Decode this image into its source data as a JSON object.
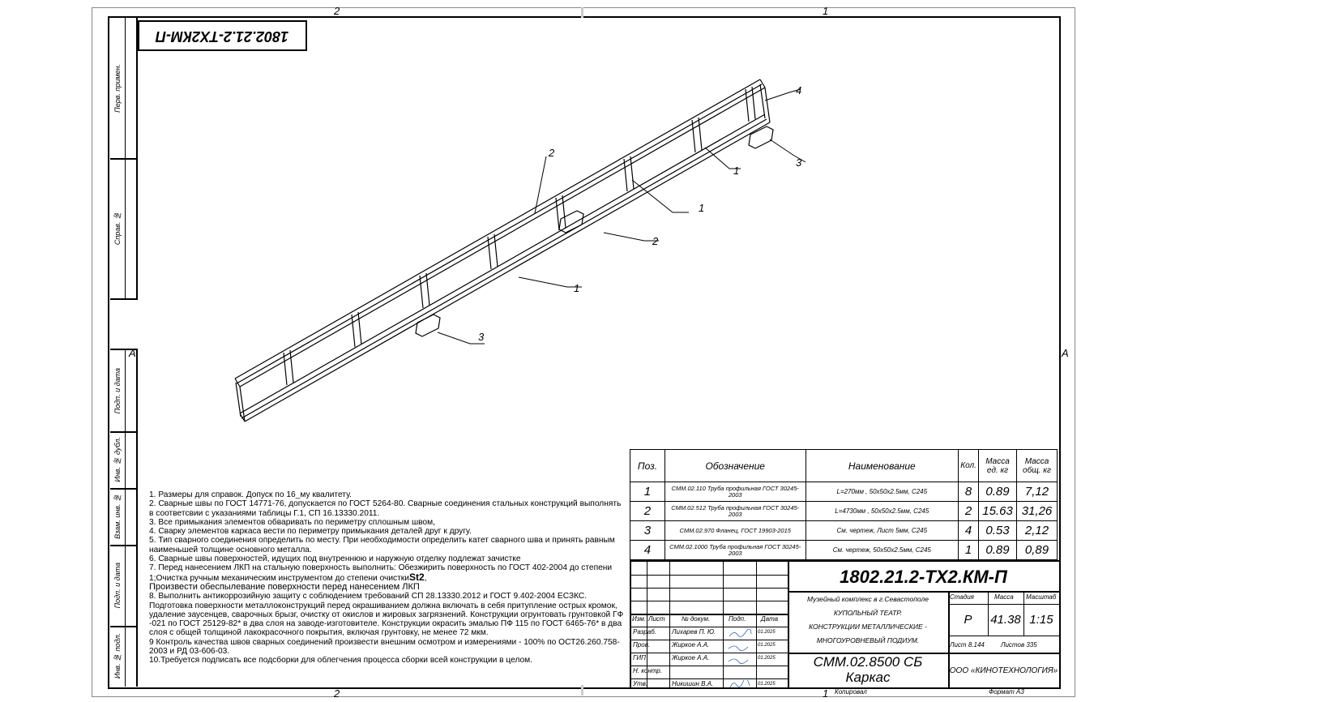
{
  "stamp_rotated": "1802.21.2-ТХ2КМ-П",
  "zone_labels": {
    "top_left": "2",
    "top_right": "1",
    "bottom_left": "2",
    "bottom_right": "1",
    "side_left": "А",
    "side_right": "А"
  },
  "side_stamp": {
    "top_cells": [
      "Перв. примен.",
      "Справ. №"
    ],
    "bottom_cells": [
      "Подп. и дата",
      "Инв. № дубл.",
      "Взам. инв. №",
      "Подп. и дата",
      "Инв. № подл."
    ]
  },
  "callouts": [
    "4",
    "3",
    "2",
    "1",
    "1",
    "2",
    "1",
    "3"
  ],
  "spec_table": {
    "headers": [
      "Поз.",
      "Обозначение",
      "Наименование",
      "Кол.",
      "Масса ед. кг",
      "Масса общ. кг"
    ],
    "rows": [
      {
        "pos": "1",
        "designation": "СММ.02.110 Труба профильная ГОСТ 30245-2003",
        "name": "L=270мм , 50х50х2.5мм, С245",
        "qty": "8",
        "unit_mass": "0.89",
        "total_mass": "7,12"
      },
      {
        "pos": "2",
        "designation": "СММ.02.512 Труба профильная ГОСТ 30245-2003",
        "name": "L=4730мм , 50х50х2.5мм, С245",
        "qty": "2",
        "unit_mass": "15.63",
        "total_mass": "31,26"
      },
      {
        "pos": "3",
        "designation": "СММ.02.970 Фланец, ГОСТ 19903-2015",
        "name": "См. чертеж, Лист 5мм, С245",
        "qty": "4",
        "unit_mass": "0.53",
        "total_mass": "2,12"
      },
      {
        "pos": "4",
        "designation": "СММ.02.1000 Труба профильная ГОСТ 30245-2003",
        "name": "См. чертеж, 50х50х2.5мм, С245",
        "qty": "1",
        "unit_mass": "0.89",
        "total_mass": "0,89"
      }
    ]
  },
  "notes": [
    "1. Размеры для справок. Допуск по 16_му квалитету.",
    "2. Сварные швы по ГОСТ 14771-76, допускается по ГОСТ 5264-80. Сварные соединения стальных конструкций выполнять в соответсвии с указаниями таблицы Г.1, СП 16.13330.2011.",
    "3. Все примыкания элементов обваривать по периметру сплошным швом,",
    "4. Сварку элементов каркаса вести по периметру примыкания деталей друг к другу.",
    "5. Тип сварного соединения определить по месту. При необходимости определить катет сварного шва и принять равным наименьшей толщине основного металла.",
    "6. Сварные швы поверхностей, идущих под внутреннюю и наружную отделку подлежат зачистке",
    "7. Перед нанесением ЛКП на стальную поверхность выполнить: Обезжирить поверхность по ГОСТ 402-2004 до степени 1;Очистка ручным механическим инструментом до степени очистки",
    "Произвести обеспылевание поверхности перед нанесением ЛКП",
    "8. Выполнить антикоррозийную защиту с соблюдением требований СП 28.13330.2012 и ГОСТ 9.402-2004 ЕСЗКС. Подготовка поверхности металлоконструкций перед окрашиванием должна включать в себя притупление острых кромок, удаление заусенцев, сварочных брызг, очистку от окислов и жировых загрязнений. Конструкции огрунтовать грунтовкой ГФ -021 по ГОСТ 25129-82* в два слоя на заводе-изготовителе. Конструкции окрасить эмалью ПФ 115 по ГОСТ 6465-76* в два слоя с общей толщиной лакокрасочного покрытия, включая грунтовку, не менее 72 мкм.",
    "9 Контроль качества швов сварных соединений произвести внешним осмотром и измерениями - 100% по ОСТ26.260.758-2003 и РД 03-606-03.",
    "10.Требуется подписать все подсборки для облегчения процесса сборки всей конструкции в целом."
  ],
  "note7_bold": "St2",
  "title_block": {
    "doc_code": "1802.21.2-ТХ2.КМ-П",
    "project": "Музейный комплекс в г.Севастополе",
    "title_line1": "КУПОЛЬНЫЙ ТЕАТР.",
    "title_line2": "КОНСТРУКЦИИ МЕТАЛЛИЧЕСКИЕ -",
    "title_line3": "МНОГОУРОВНЕВЫЙ ПОДИУМ.",
    "col_headers": [
      "Изм.",
      "Лист",
      "№ докум.",
      "Подп.",
      "Дата"
    ],
    "roles": [
      {
        "role": "Разраб.",
        "name": "Лихарев П. Ю.",
        "date": "01.2025"
      },
      {
        "role": "Пров.",
        "name": "Жиркое А.А.",
        "date": "01.2025"
      },
      {
        "role": "ГИП",
        "name": "Жиркое А.А.",
        "date": "01.2025"
      },
      {
        "role": "Н. контр.",
        "name": "",
        "date": ""
      },
      {
        "role": "Утв.",
        "name": "Никишин В.А.",
        "date": "01.2025"
      }
    ],
    "stage_label": "Стадия",
    "mass_label": "Масса",
    "scale_label": "Масштаб",
    "stage": "Р",
    "mass": "41.38",
    "scale": "1:15",
    "sheet_text": "Лист 8.144",
    "sheets_text": "Листов 335",
    "assembly_code": "СММ.02.8500 СБ",
    "assembly_name": "Каркас",
    "company": "ООО «КИНОТЕХНОЛОГИЯ»",
    "copied": "Копировал",
    "format": "Формат А3"
  }
}
